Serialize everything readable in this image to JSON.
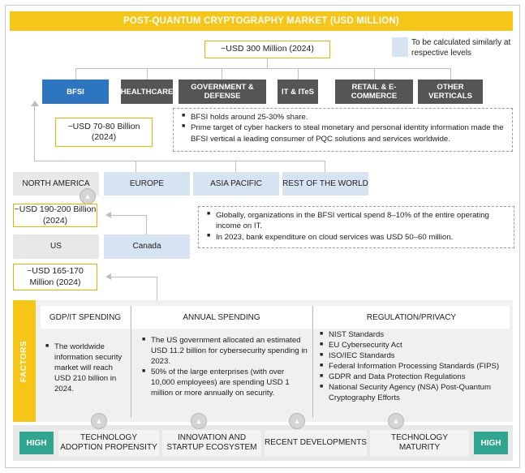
{
  "title": "POST-QUANTUM CRYPTOGRAPHY MARKET (USD MILLION)",
  "market_value": "~USD 300 Million (2024)",
  "legend": "To be calculated similarly at respective levels",
  "colors": {
    "accent": "#f5c518",
    "active": "#2e75c0",
    "high": "#2fa58f",
    "legend": "#d6e4f2"
  },
  "verticals": [
    "BFSI",
    "HEALTHCARE",
    "GOVERNMENT & DEFENSE",
    "IT & ITeS",
    "RETAIL & E-COMMERCE",
    "OTHER VERTICALS"
  ],
  "bfsi_value": "~USD 70-80 Billion (2024)",
  "bfsi_notes": [
    "BFSI holds around 25-30% share.",
    "Prime target of cyber hackers to steal monetary and personal identity information made the BFSI vertical a leading consumer of PQC solutions and services worldwide."
  ],
  "regions": [
    "NORTH AMERICA",
    "EUROPE",
    "ASIA PACIFIC",
    "REST OF THE WORLD"
  ],
  "na_value": "~USD 190-200 Billion (2024)",
  "na_notes": [
    "Globally, organizations in the BFSI vertical spend 8–10% of the entire operating income on IT.",
    "In 2023, bank expenditure on cloud services was USD 50–60 million."
  ],
  "countries": [
    "US",
    "Canada"
  ],
  "us_value": "~USD 165-170 Million (2024)",
  "factors_label": "FACTORS",
  "factor_headers": [
    "GDP/IT SPENDING",
    "ANNUAL SPENDING",
    "REGULATION/PRIVACY"
  ],
  "gdp_notes": [
    "The worldwide information security market will reach USD 210 billion in 2024."
  ],
  "annual_notes": [
    "The US government allocated an estimated USD 11.2 billion for cybersecurity spending in 2023.",
    "50% of the large enterprises (with over 10,000 employees) are spending USD 1 million or more annually on security."
  ],
  "regulation_notes": [
    "NIST Standards",
    "EU Cybersecurity Act",
    "ISO/IEC Standards",
    "Federal Information Processing Standards (FIPS)",
    "GDPR and Data Protection Regulations",
    "National Security Agency (NSA) Post-Quantum Cryptography Efforts"
  ],
  "high_label": "HIGH",
  "bottom_items": [
    "TECHNOLOGY ADOPTION PROPENSITY",
    "INNOVATION AND STARTUP ECOSYSTEM",
    "RECENT DEVELOPMENTS",
    "TECHNOLOGY MATURITY"
  ]
}
